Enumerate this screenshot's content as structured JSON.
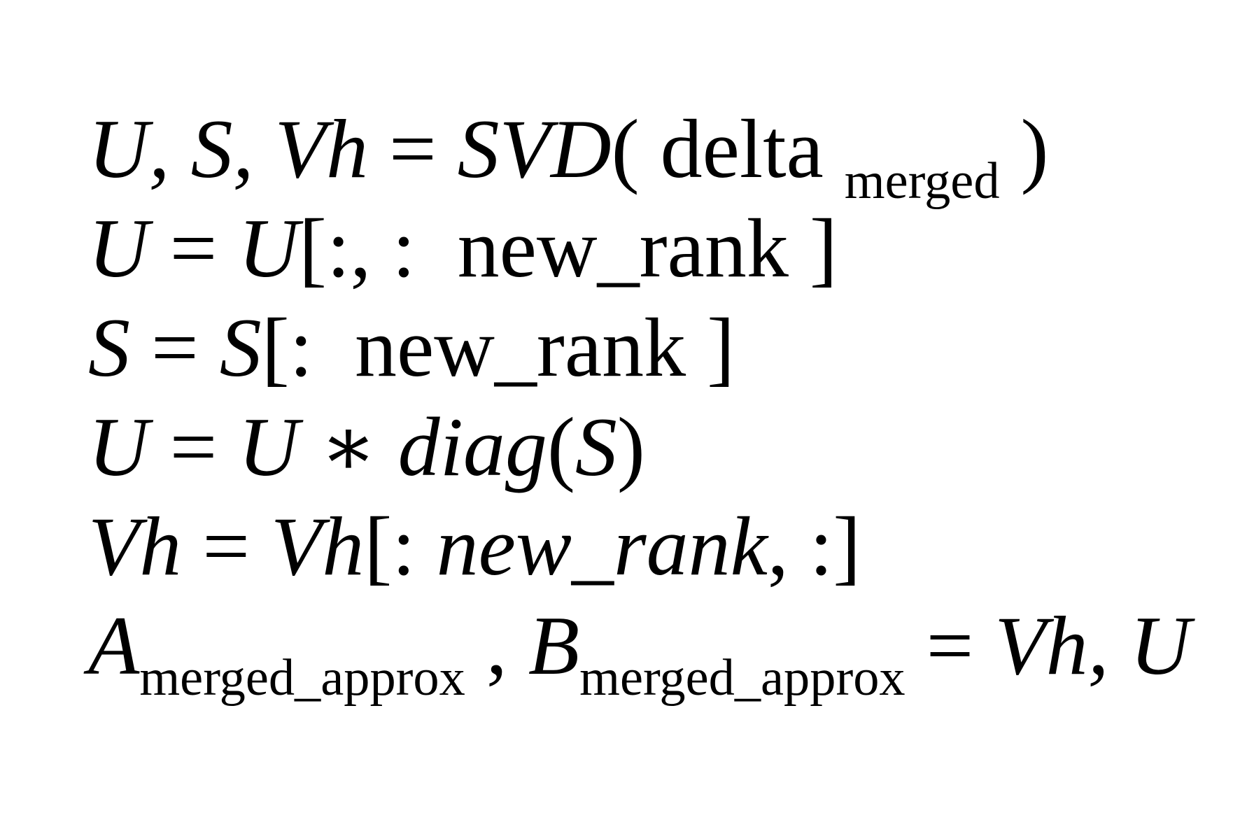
{
  "page": {
    "background_color": "#ffffff",
    "text_color": "#000000",
    "description": "Rendered math pseudocode for SVD-based low-rank merge approximation"
  },
  "equations": {
    "lines": [
      {
        "name": "svd-decompose",
        "segments": [
          {
            "style": "it",
            "t": "U, S, Vh"
          },
          {
            "style": "rm",
            "t": " = "
          },
          {
            "style": "it",
            "t": "SVD"
          },
          {
            "style": "rm",
            "t": "( delta "
          },
          {
            "style": "sub",
            "t": "merged"
          },
          {
            "style": "rm",
            "t": " )"
          }
        ]
      },
      {
        "name": "truncate-u",
        "segments": [
          {
            "style": "it",
            "t": "U"
          },
          {
            "style": "rm",
            "t": " = "
          },
          {
            "style": "it",
            "t": "U"
          },
          {
            "style": "rm",
            "t": "[:, :  new_rank ]"
          }
        ]
      },
      {
        "name": "truncate-s",
        "segments": [
          {
            "style": "it",
            "t": "S"
          },
          {
            "style": "rm",
            "t": " = "
          },
          {
            "style": "it",
            "t": "S"
          },
          {
            "style": "rm",
            "t": "[:  new_rank ]"
          }
        ]
      },
      {
        "name": "scale-u",
        "segments": [
          {
            "style": "it",
            "t": "U"
          },
          {
            "style": "rm",
            "t": " = "
          },
          {
            "style": "it",
            "t": "U"
          },
          {
            "style": "rm",
            "t": " ∗ "
          },
          {
            "style": "it",
            "t": "diag"
          },
          {
            "style": "rm",
            "t": "("
          },
          {
            "style": "it",
            "t": "S"
          },
          {
            "style": "rm",
            "t": ")"
          }
        ]
      },
      {
        "name": "truncate-vh",
        "segments": [
          {
            "style": "it",
            "t": "Vh"
          },
          {
            "style": "rm",
            "t": " = "
          },
          {
            "style": "it",
            "t": "Vh"
          },
          {
            "style": "rm",
            "t": "[: "
          },
          {
            "style": "it",
            "t": "new_rank"
          },
          {
            "style": "rm",
            "t": ", :]"
          }
        ]
      },
      {
        "name": "assign-a-b",
        "segments": [
          {
            "style": "it",
            "t": "A"
          },
          {
            "style": "sub",
            "t": "merged_approx"
          },
          {
            "style": "rm",
            "t": " , "
          },
          {
            "style": "it",
            "t": "B"
          },
          {
            "style": "sub",
            "t": "merged_approx"
          },
          {
            "style": "rm",
            "t": " = "
          },
          {
            "style": "it",
            "t": "Vh, U"
          }
        ]
      }
    ]
  }
}
